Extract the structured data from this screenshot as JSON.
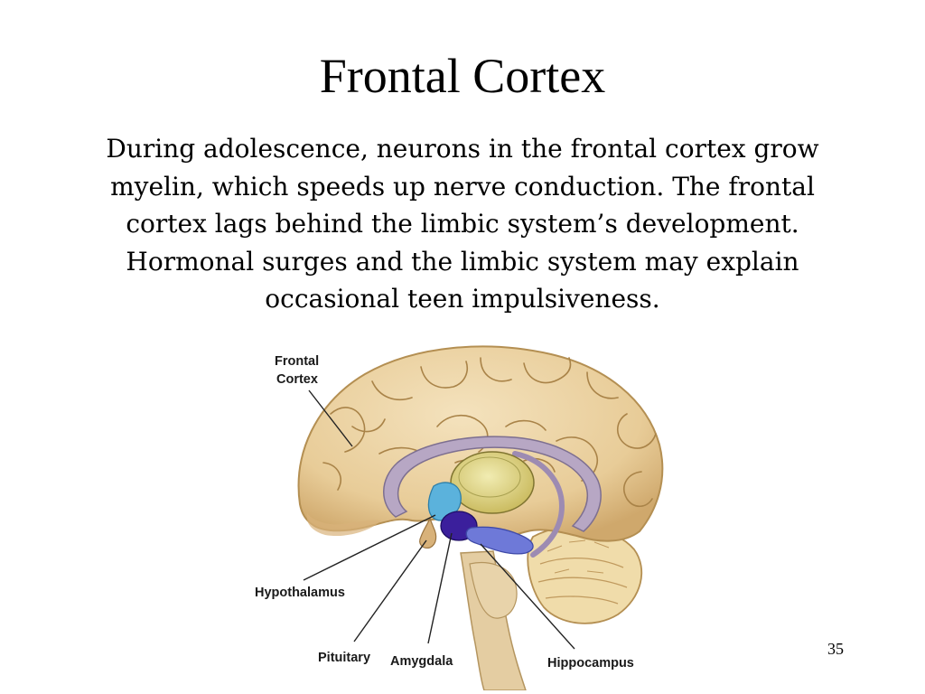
{
  "slide": {
    "title": "Frontal Cortex",
    "body_lines": [
      "During adolescence, neurons in the frontal cortex grow",
      "myelin, which speeds up nerve conduction. The frontal",
      "cortex lags behind the limbic system’s development.",
      "Hormonal surges and the limbic system may explain",
      "occasional teen impulsiveness."
    ],
    "page_number": "35"
  },
  "figure": {
    "labels": {
      "frontal_cortex_line1": "Frontal",
      "frontal_cortex_line2": "Cortex",
      "hypothalamus": "Hypothalamus",
      "pituitary": "Pituitary",
      "amygdala": "Amygdala",
      "hippocampus": "Hippocampus"
    },
    "colors": {
      "cortex": "#ead2a4",
      "cortex_shadow": "#caa56c",
      "fold_line": "#a98348",
      "cerebellum": "#f0dcaa",
      "brainstem": "#e4cda2",
      "thalamus": "#e6dc8e",
      "corpus_callosum": "#b7a7c4",
      "hypothalamus": "#5bb2dc",
      "amygdala": "#3b1f9c",
      "hippocampus": "#6e79d8",
      "leader_line": "#222222"
    }
  }
}
